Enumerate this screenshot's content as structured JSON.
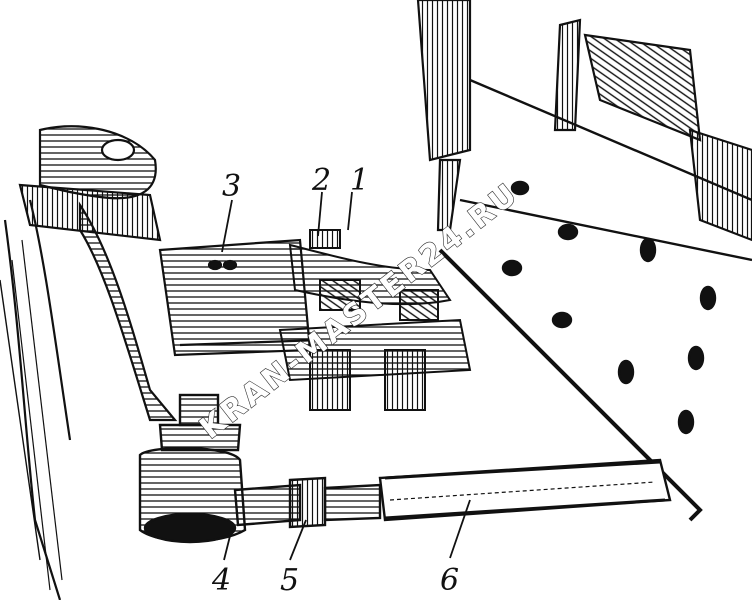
{
  "callouts": [
    {
      "id": "1",
      "label": "1"
    },
    {
      "id": "2",
      "label": "2"
    },
    {
      "id": "3",
      "label": "3"
    },
    {
      "id": "4",
      "label": "4"
    },
    {
      "id": "5",
      "label": "5"
    },
    {
      "id": "6",
      "label": "6"
    }
  ],
  "watermark": "KRAN-MASTER24.RU",
  "colors": {
    "ink": "#111111",
    "paper": "#ffffff"
  }
}
